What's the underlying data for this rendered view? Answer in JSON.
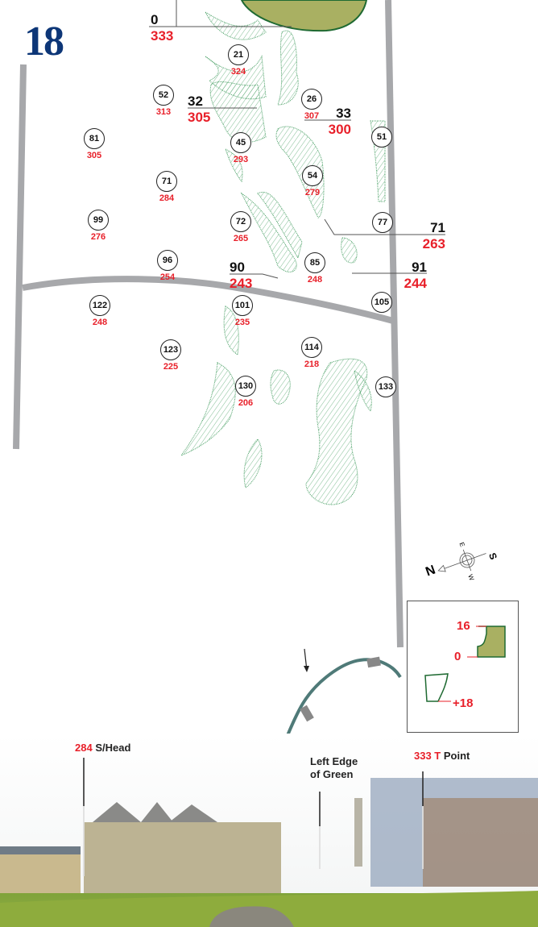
{
  "hole": "18",
  "colors": {
    "hole_number": "#0d3677",
    "yardage_red": "#e8202a",
    "bunker_green": "#3f9a5a",
    "green_fill": "#a9b062",
    "path_gray": "#a7a8ab"
  },
  "markers": [
    {
      "to_green": "21",
      "to_tee": "324"
    },
    {
      "to_green": "52",
      "to_tee": "313"
    },
    {
      "to_green": "26",
      "to_tee": "307"
    },
    {
      "to_green": "81",
      "to_tee": "305"
    },
    {
      "to_green": "45",
      "to_tee": "293"
    },
    {
      "to_green": "51",
      "to_tee": ""
    },
    {
      "to_green": "71",
      "to_tee": "284"
    },
    {
      "to_green": "54",
      "to_tee": "279"
    },
    {
      "to_green": "99",
      "to_tee": "276"
    },
    {
      "to_green": "72",
      "to_tee": "265"
    },
    {
      "to_green": "77",
      "to_tee": ""
    },
    {
      "to_green": "96",
      "to_tee": "254"
    },
    {
      "to_green": "85",
      "to_tee": "248"
    },
    {
      "to_green": "122",
      "to_tee": "248"
    },
    {
      "to_green": "101",
      "to_tee": "235"
    },
    {
      "to_green": "105",
      "to_tee": ""
    },
    {
      "to_green": "123",
      "to_tee": "225"
    },
    {
      "to_green": "114",
      "to_tee": "218"
    },
    {
      "to_green": "130",
      "to_tee": "206"
    },
    {
      "to_green": "133",
      "to_tee": ""
    }
  ],
  "callouts": [
    {
      "carry": "0",
      "from_tee": "333"
    },
    {
      "carry": "32",
      "from_tee": "305"
    },
    {
      "carry": "33",
      "from_tee": "300"
    },
    {
      "carry": "71",
      "from_tee": "263"
    },
    {
      "carry": "90",
      "from_tee": "243"
    },
    {
      "carry": "91",
      "from_tee": "244"
    }
  ],
  "compass": {
    "n": "N",
    "s": "S",
    "e": "E",
    "w": "W"
  },
  "green_legend": {
    "back": "16",
    "front": "0",
    "offset": "+18"
  },
  "photo_labels": {
    "shead_yards": "284",
    "shead_text": "S/Head",
    "left_edge_line1": "Left Edge",
    "left_edge_line2": "of Green",
    "tpoint_yards": "333 T",
    "tpoint_text": "Point"
  }
}
